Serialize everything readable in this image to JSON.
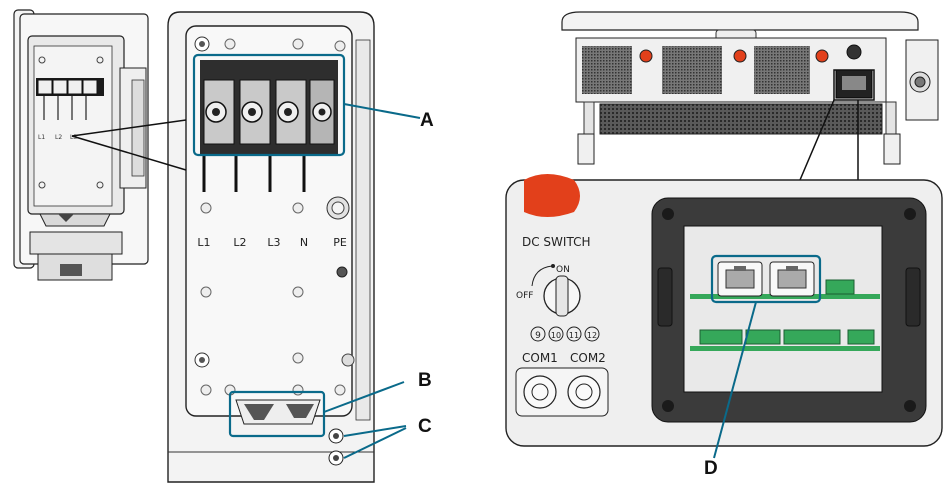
{
  "terminal_labels": [
    "L1",
    "L2",
    "L3",
    "N",
    "PE"
  ],
  "mini_terminal_labels": [
    "L1",
    "L2",
    "L3"
  ],
  "callouts": {
    "a": "A",
    "b": "B",
    "c": "C",
    "d": "D"
  },
  "dc_switch": {
    "title": "DC SWITCH",
    "on": "ON",
    "off": "OFF"
  },
  "port_numbers": [
    "9",
    "10",
    "11",
    "12"
  ],
  "com_ports": [
    "COM1",
    "COM2"
  ],
  "colors": {
    "callout": "#0a6a8a",
    "switch_knob": "#e2401b",
    "green_terminal": "#35a85a",
    "dark_panel": "#3b3b3b"
  }
}
